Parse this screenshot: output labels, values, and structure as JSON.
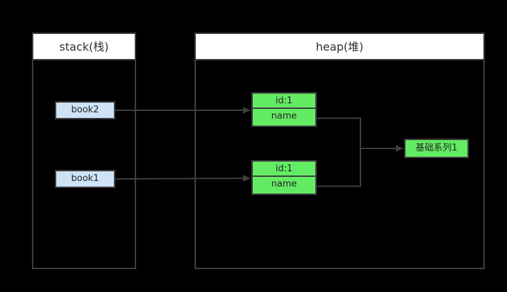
{
  "stack": {
    "title": "stack(栈)",
    "variables": [
      {
        "label": "book2"
      },
      {
        "label": "book1"
      }
    ]
  },
  "heap": {
    "title": "heap(堆)",
    "objects": [
      {
        "fields": [
          {
            "label": "id:1"
          },
          {
            "label": "name"
          }
        ]
      },
      {
        "fields": [
          {
            "label": "id:1"
          },
          {
            "label": "name"
          }
        ]
      }
    ],
    "shared_value": {
      "label": "基础系列1"
    }
  },
  "colors": {
    "background": "#000000",
    "line": "#3F3F3F",
    "header_fill": "#FFFFFF",
    "header_text": "#2F2F2F",
    "stack_var_fill": "#CEE3F6",
    "heap_obj_fill": "#63EB63",
    "node_text": "#262626"
  }
}
